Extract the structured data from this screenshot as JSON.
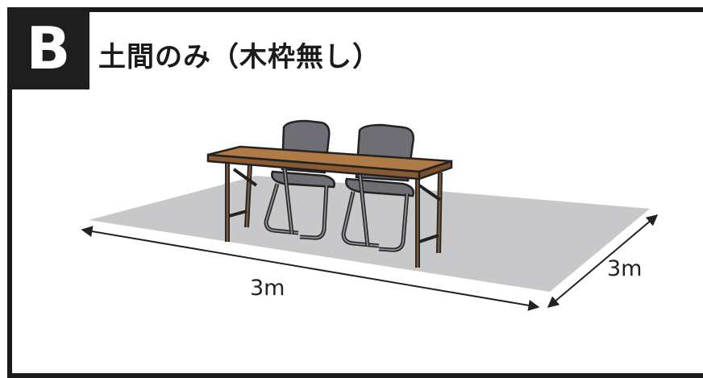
{
  "badge": {
    "letter": "B"
  },
  "title": "土間のみ（木枠無し）",
  "dimensions": {
    "width_label": "3m",
    "depth_label": "3m"
  },
  "colors": {
    "border": "#1a1a1a",
    "badge_bg": "#1e1e1e",
    "floor": "#c8c8ca",
    "table_top": "#b07a46",
    "chair": "#6e6e74"
  }
}
